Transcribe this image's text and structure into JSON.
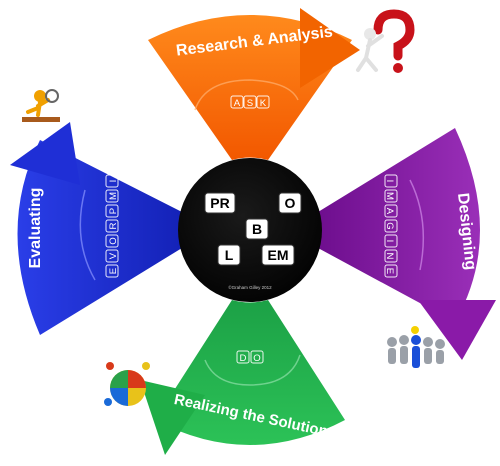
{
  "diagram": {
    "center": {
      "tiles": [
        "PR",
        "O",
        "B",
        "L",
        "EM"
      ],
      "copyright": "©Graham Gilley 2012"
    },
    "top": {
      "title": "Research & Analysis",
      "keys": [
        "A",
        "S",
        "K"
      ],
      "color": "#ff6a00"
    },
    "right": {
      "title": "Designing",
      "keys": [
        "I",
        "M",
        "A",
        "G",
        "I",
        "N",
        "E"
      ],
      "color": "#8a1aa8"
    },
    "bottom": {
      "title": "Realizing the Solution",
      "keys": [
        "D",
        "O"
      ],
      "color": "#1fae48"
    },
    "left": {
      "title": "Evaluating",
      "keys": [
        "I",
        "M",
        "P",
        "R",
        "O",
        "V",
        "E"
      ],
      "color": "#1f2fd6"
    },
    "center_color": "#000000",
    "icons": [
      "question-mark-figure-icon",
      "magnifier-figure-icon",
      "team-figures-icon",
      "puzzle-figures-icon"
    ]
  }
}
